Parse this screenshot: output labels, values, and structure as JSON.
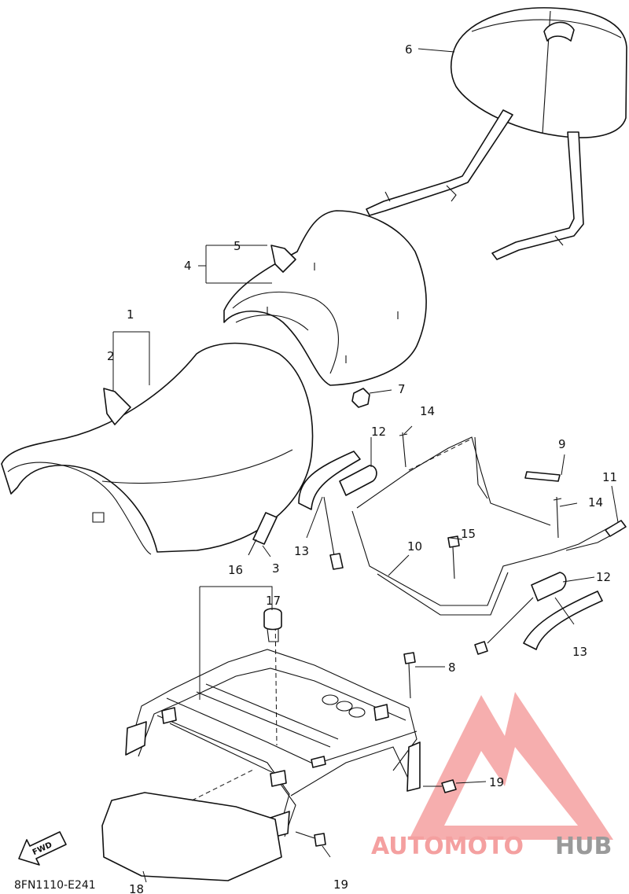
{
  "callouts": [
    {
      "n": "1"
    },
    {
      "n": "2"
    },
    {
      "n": "3"
    },
    {
      "n": "4"
    },
    {
      "n": "5"
    },
    {
      "n": "6"
    },
    {
      "n": "7"
    },
    {
      "n": "8"
    },
    {
      "n": "9"
    },
    {
      "n": "10"
    },
    {
      "n": "11"
    },
    {
      "n": "12"
    },
    {
      "n": "12"
    },
    {
      "n": "13"
    },
    {
      "n": "13"
    },
    {
      "n": "14"
    },
    {
      "n": "14"
    },
    {
      "n": "15"
    },
    {
      "n": "16"
    },
    {
      "n": "17"
    },
    {
      "n": "18"
    },
    {
      "n": "19"
    },
    {
      "n": "19"
    }
  ],
  "diagram_code": "8FN1110-E241",
  "fwd_label": "FWD",
  "watermark": {
    "brand_part1": "AUTOMOTO",
    "brand_part2": "HUB",
    "color_primary": "#f4a0a0",
    "color_secondary": "#9a9a9a"
  }
}
